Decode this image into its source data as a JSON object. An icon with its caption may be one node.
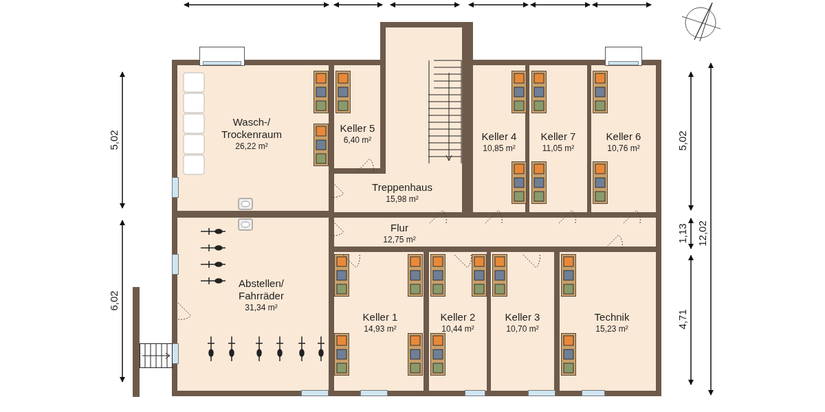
{
  "diagram": {
    "nodes": [
      {
        "text": [
          "Wasch-/ Trockenraum",
          "26,22 m²"
        ]
      },
      {
        "text": [
          "Keller 5",
          "6,40 m²"
        ]
      },
      {
        "text": [
          "Treppenhaus",
          "15,98 m²"
        ]
      },
      {
        "text": [
          "Keller 4",
          "10,85 m²"
        ]
      },
      {
        "text": [
          "Keller 7",
          "11,05 m²"
        ]
      },
      {
        "text": [
          "Keller 6",
          "10,76 m²"
        ]
      },
      {
        "text": [
          "Flur",
          "12,75 m²"
        ]
      },
      {
        "text": [
          "Abstellen/ Fahrräder",
          "31,34 m²"
        ]
      },
      {
        "text": [
          "Keller 1",
          "14,93 m²"
        ]
      },
      {
        "text": [
          "Keller 2",
          "10,44 m²"
        ]
      },
      {
        "text": [
          "Keller 3",
          "10,70 m²"
        ]
      },
      {
        "text": [
          "Technik",
          "15,23 m²"
        ]
      }
    ],
    "labels": [
      "5,02",
      "6,02",
      "5,02",
      "1,13",
      "4,71",
      "12,02"
    ]
  }
}
